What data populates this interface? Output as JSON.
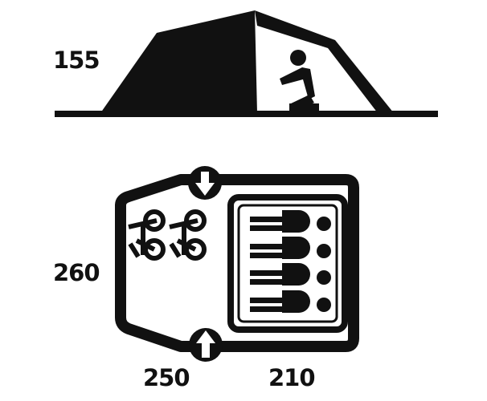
{
  "dimensions": {
    "height": "155",
    "width": "260",
    "vestibule_length": "250",
    "inner_tent_length": "210"
  },
  "capacity": {
    "sleepers": 4,
    "bikes": 2
  },
  "colors": {
    "ink": "#111111",
    "background": "#ffffff"
  },
  "icons": [
    "kneeling-person-icon",
    "bicycle-icon",
    "sleeping-person-icon",
    "door-arrow-icon"
  ]
}
